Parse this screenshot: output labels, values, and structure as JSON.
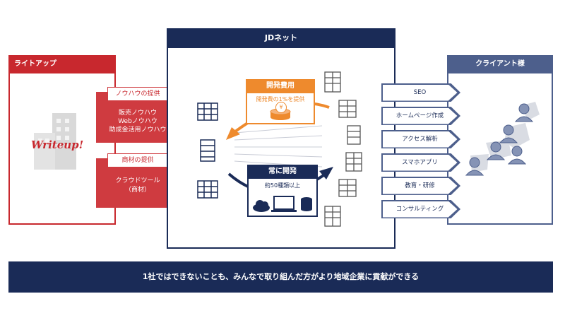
{
  "left": {
    "title": "ライトアップ",
    "logo_text": "Writeup!",
    "arrow1": {
      "label": "ノウハウの提供",
      "lines": [
        "販売ノウハウ",
        "Webノウハウ",
        "助成金活用ノウハウ"
      ]
    },
    "arrow2": {
      "label": "商材の提供",
      "lines": [
        "クラウドツール",
        "（商材）"
      ]
    }
  },
  "center": {
    "title": "JDネット",
    "cost": {
      "title": "開発費用",
      "subtitle": "開発費の1%を提供",
      "coin_symbol": "¥"
    },
    "dev": {
      "title": "常に開発",
      "subtitle": "約50種類以上"
    }
  },
  "right": {
    "title": "クライアント様",
    "services": [
      "SEO",
      "ホームページ作成",
      "アクセス解析",
      "スマホアプリ",
      "教育・研修",
      "コンサルティング"
    ]
  },
  "banner": "1社ではできないことも、みんなで取り組んだ方がより地域企業に貢献ができる",
  "colors": {
    "red": "#c8282e",
    "navy": "#1a2b57",
    "orange": "#ee8a2d",
    "slate": "#4d5f8c"
  }
}
